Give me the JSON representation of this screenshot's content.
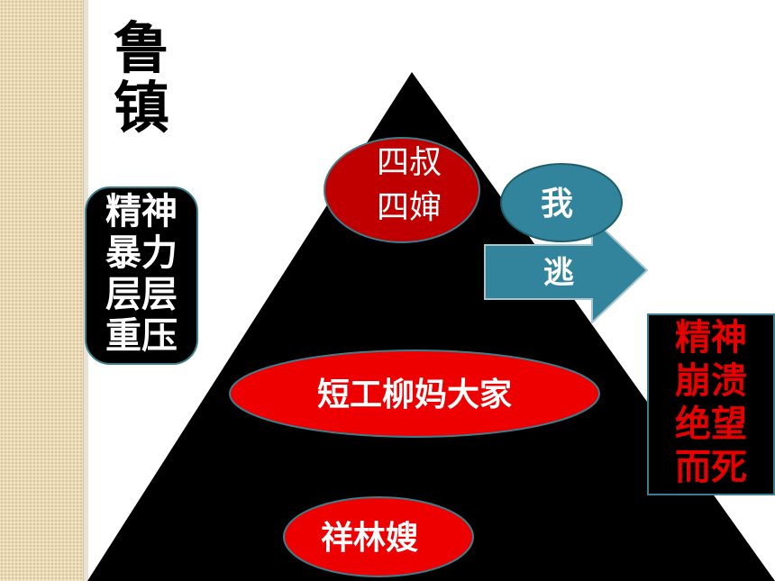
{
  "title": [
    "鲁",
    "镇"
  ],
  "left_box": {
    "lines": [
      "精神",
      "暴力",
      "层层",
      "重压"
    ]
  },
  "pyramid": {
    "top": {
      "lines": [
        "四叔",
        "四婶"
      ]
    },
    "middle": {
      "label": "短工柳妈大家"
    },
    "bottom": {
      "label": "祥林嫂"
    }
  },
  "escape": {
    "subject": "我",
    "action": "逃"
  },
  "right_box": {
    "lines": [
      "精神",
      "崩溃",
      "绝望",
      "而死"
    ]
  },
  "colors": {
    "pyramid": "#000000",
    "oval_dark_red": "#c00000",
    "oval_red": "#ee0000",
    "teal": "#31849b",
    "red_text": "#e60000",
    "border": "#3c7f8c"
  }
}
